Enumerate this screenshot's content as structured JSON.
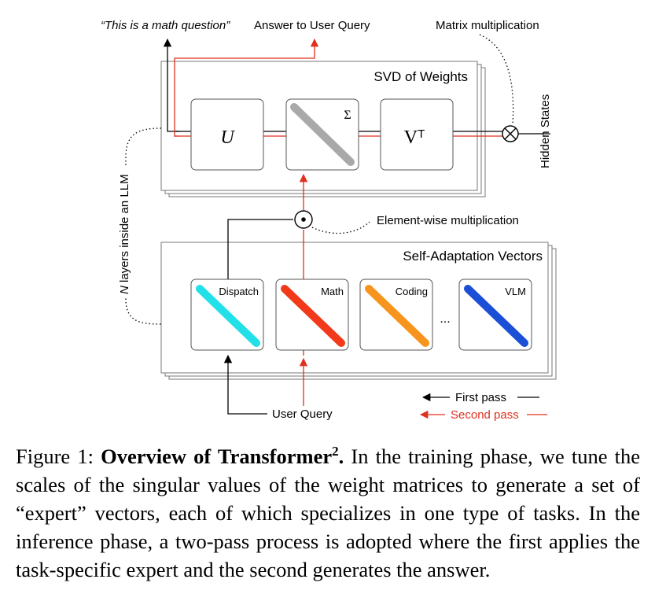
{
  "diagram": {
    "top_labels": {
      "math_question": "“This is a math question”",
      "answer": "Answer to User Query",
      "matrix_mult": "Matrix multiplication"
    },
    "svd_title": "SVD of Weights",
    "u_label": "U",
    "sigma_label": "Σ",
    "vt_label": "V",
    "vt_sup": "T",
    "hidden_states": "Hidden States",
    "n_layers": "N layers inside an LLM",
    "elementwise": "Element-wise multiplication",
    "sav_title": "Self-Adaptation Vectors",
    "experts": [
      {
        "name": "Dispatch",
        "color": "#22e0e8"
      },
      {
        "name": "Math",
        "color": "#f23a1a"
      },
      {
        "name": "Coding",
        "color": "#f7941d"
      },
      {
        "name": "VLM",
        "color": "#1a4fd6"
      }
    ],
    "ellipsis": "...",
    "user_query": "User Query",
    "legend": {
      "first_pass": "First pass",
      "second_pass": "Second pass",
      "first_color": "#000000",
      "second_color": "#e0301e"
    }
  },
  "caption": {
    "prefix": "Figure 1: ",
    "bold_title": "Overview of Transformer",
    "sup": "2",
    "bold_end": ".",
    "body": " In the training phase, we tune the scales of the singular values of the weight matrices to generate a set of “expert” vectors, each of which specializes in one type of tasks. In the inference phase, a two-pass process is adopted where the first applies the task-specific expert and the second generates the answer."
  }
}
